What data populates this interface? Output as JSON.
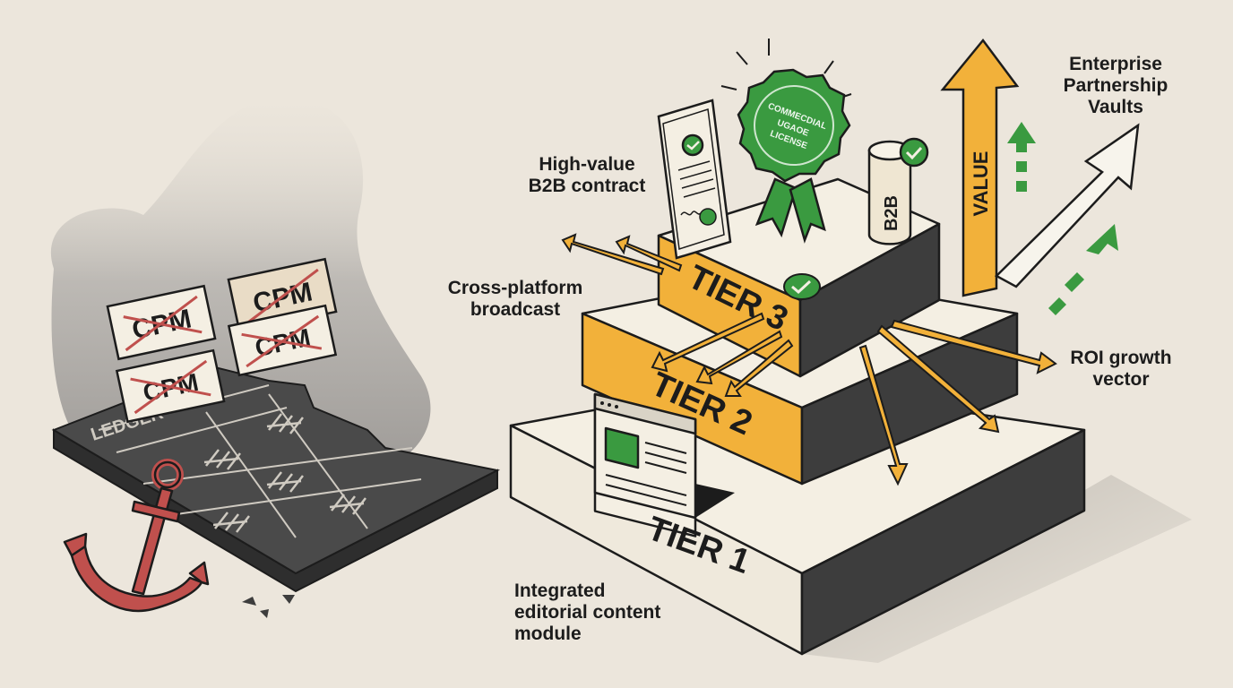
{
  "legacy": {
    "cpm_cards": [
      "CPM",
      "CPM",
      "CPM",
      "CPM"
    ],
    "ledger_label": "LEDGER"
  },
  "tiers": {
    "tier1": "TIER 1",
    "tier2": "TIER 2",
    "tier3": "TIER 3"
  },
  "assets": {
    "license_seal_lines": [
      "COMMECDIAL",
      "UGAOE",
      "LICENSE"
    ],
    "b2b_cylinder": "B2B",
    "value_arrow": "VALUE"
  },
  "labels": {
    "high_value": [
      "High-value",
      "B2B contract"
    ],
    "cross_platform": [
      "Cross-platform",
      "broadcast"
    ],
    "enterprise": [
      "Enterprise",
      "Partnership",
      "Vaults"
    ],
    "roi": [
      "ROI growth",
      "vector"
    ],
    "integrated": [
      "Integrated",
      "editorial content",
      "module"
    ]
  },
  "colors": {
    "background": "#ece6dc",
    "tier_orange": "#f2b13a",
    "tier_cream": "#f4efe3",
    "tier_dark": "#3d3d3d",
    "accent_green": "#3a9a40",
    "anchor_red": "#c0504d",
    "ledger_dark": "#4a4a4a"
  }
}
